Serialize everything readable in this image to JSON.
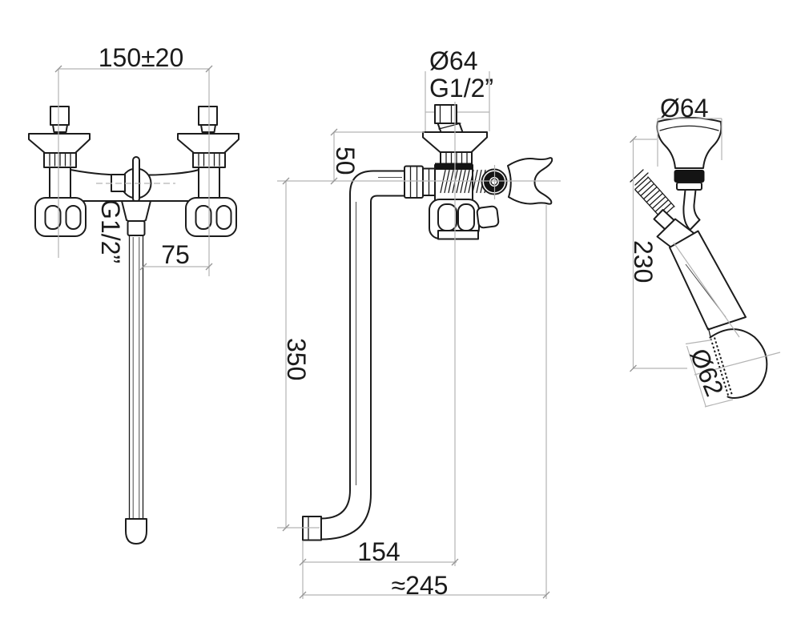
{
  "colors": {
    "outline": "#1c1c1c",
    "dimension_lines": "#b4b4b4",
    "text": "#1b1b1b",
    "background": "#ffffff",
    "shower_band": "#141414"
  },
  "views": {
    "front": {
      "mount_spacing": "150±20",
      "inlet_thread": "G1/2”",
      "axis_to_valve": "75"
    },
    "side": {
      "connection_diameter": "Ø64",
      "connection_thread": "G1/2”",
      "flange_to_spout_axis": "50",
      "spout_drop": "350",
      "spout_reach": "154",
      "overall_reach": "≈245"
    },
    "shower": {
      "cup_diameter": "Ø64",
      "handset_length": "230",
      "head_diameter": "Ø62"
    }
  }
}
